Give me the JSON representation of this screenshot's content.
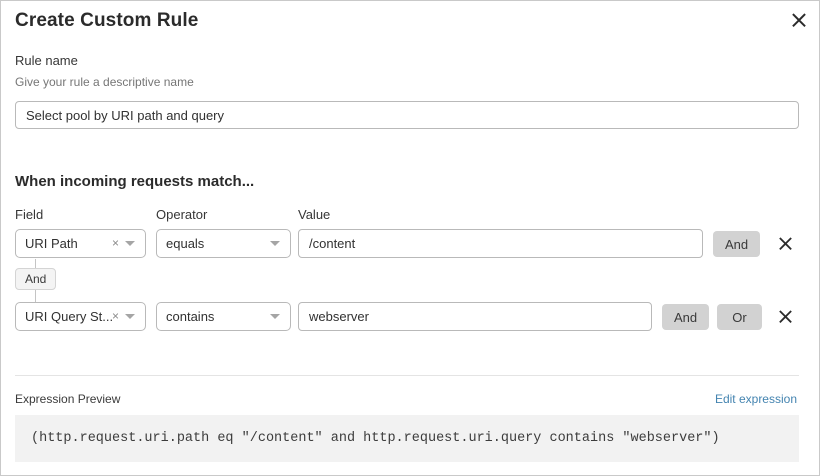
{
  "dialog": {
    "title": "Create Custom Rule",
    "close_icon": "close-icon"
  },
  "rule_name": {
    "label": "Rule name",
    "hint": "Give your rule a descriptive name",
    "value": "Select pool by URI path and query",
    "placeholder": "Give your rule a descriptive name"
  },
  "match_section": {
    "title": "When incoming requests match...",
    "columns": {
      "field": "Field",
      "operator": "Operator",
      "value": "Value"
    },
    "connector": {
      "label": "And"
    },
    "rows": [
      {
        "field": "URI Path",
        "clear_icon": "×",
        "operator": "equals",
        "value": "/content",
        "buttons": [
          "And"
        ],
        "delete_icon": "close-icon"
      },
      {
        "field": "URI Query St...",
        "clear_icon": "×",
        "operator": "contains",
        "value": "webserver",
        "buttons": [
          "And",
          "Or"
        ],
        "delete_icon": "close-icon"
      }
    ]
  },
  "expression": {
    "label": "Expression Preview",
    "edit_link": "Edit expression",
    "code": "(http.request.uri.path eq \"/content\" and http.request.uri.query contains \"webserver\")"
  },
  "colors": {
    "link": "#4484b0",
    "button_gray": "#d2d2d2",
    "code_bg": "#f2f2f2"
  }
}
